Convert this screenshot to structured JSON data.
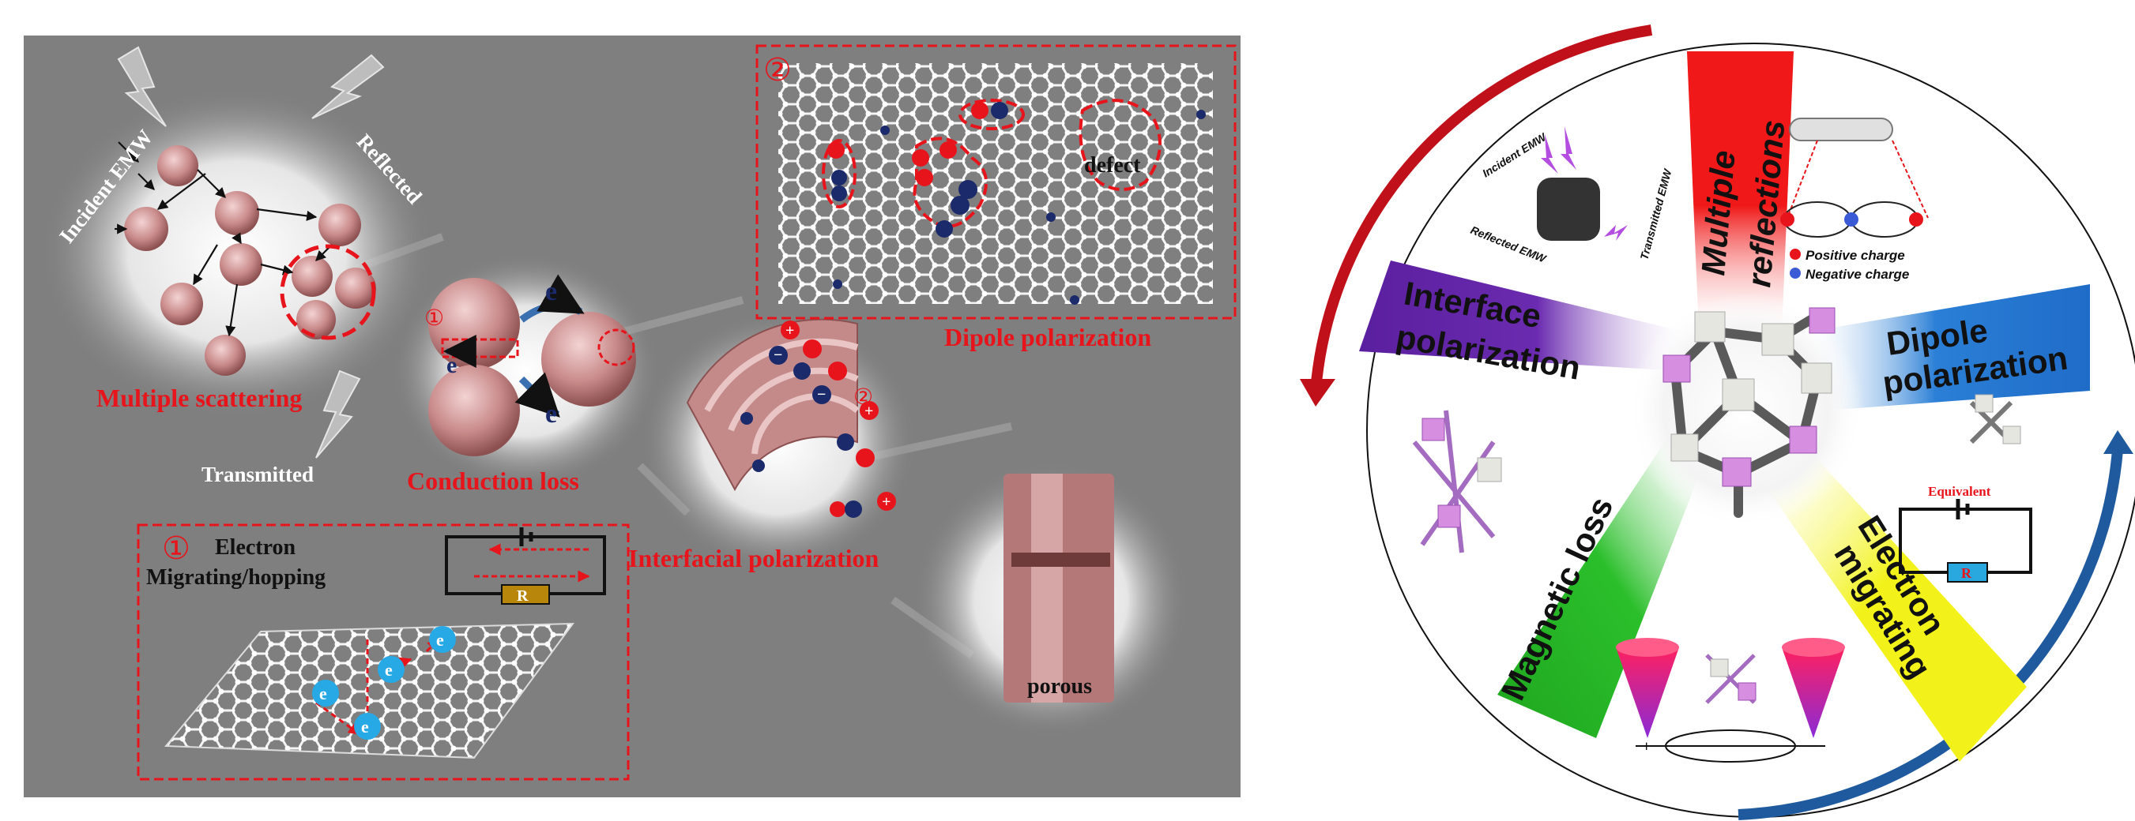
{
  "left_panel": {
    "labels": {
      "incident": "Incident EMW",
      "reflected": "Reflected",
      "transmitted": "Transmitted",
      "multiple_scattering": "Multiple scattering",
      "conduction_loss": "Conduction loss",
      "interfacial_polarization": "Interfacial polarization",
      "dipole_polarization": "Dipole polarization",
      "defect": "defect",
      "porous": "porous",
      "electron_line1": "Electron",
      "electron_line2": "Migrating/hopping",
      "resistor": "R",
      "electron_symbol": "e",
      "marker_1": "①",
      "marker_2": "②",
      "plus": "+",
      "minus": "−"
    },
    "colors": {
      "background": "#7f7f7f",
      "accent": "#e8141b",
      "dark_charge": "#1b2a6b",
      "electron": "#27a9e6"
    }
  },
  "right_panel": {
    "segments": [
      {
        "line1": "Multiple",
        "line2": "reflections",
        "color": "#f01818"
      },
      {
        "line1": "Dipole",
        "line2": "polarization",
        "color": "#2b7fd6"
      },
      {
        "line1": "Electron",
        "line2": "migrating",
        "color": "#f2f21a"
      },
      {
        "line1": "Magnetic loss",
        "line2": "",
        "color": "#2bbf2b"
      },
      {
        "line1": "Interface",
        "line2": "polarization",
        "color": "#6b2bb0"
      }
    ],
    "inset_text": {
      "incident": "Incident EMW",
      "reflected": "Reflected EMW",
      "transmitted": "Transmitted EMW",
      "positive": "Positive charge",
      "negative": "Negative charge",
      "equivalent": "Equivalent",
      "resistor": "R",
      "plus": "+",
      "minus": "−"
    },
    "arrow_colors": {
      "top_left": "#c0101a",
      "bottom_right": "#1f5a9e"
    }
  }
}
